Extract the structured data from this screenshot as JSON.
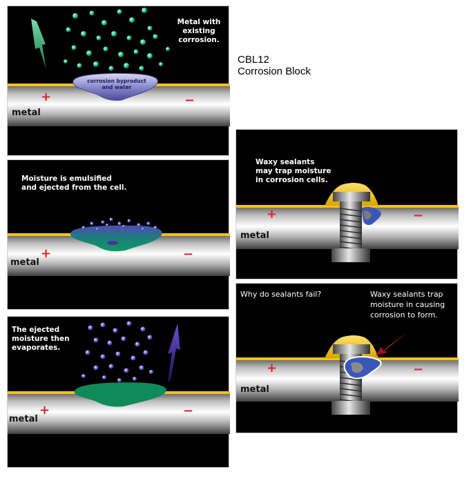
{
  "title": {
    "code": "CBL12",
    "name": "Corrosion Block"
  },
  "panels": [
    {
      "caption": "Metal with\nexisting corrosion.",
      "blob_label": "corrosion byproduct\nand water",
      "metal": "metal",
      "plus": "+",
      "minus": "−"
    },
    {
      "caption": "Moisture is emulsified\nand ejected from the cell.",
      "metal": "metal",
      "plus": "+",
      "minus": "−"
    },
    {
      "caption": "The ejected\nmoisture then\nevaporates.",
      "metal": "metal",
      "plus": "+",
      "minus": "−"
    },
    {
      "caption": "Waxy sealants\nmay trap moisture\nin corrosion cells.",
      "metal": "metal",
      "plus": "+",
      "minus": "−"
    },
    {
      "caption_left": "Why do sealants fail?",
      "caption_right": "Waxy sealants trap\nmoisture in causing\ncorrosion to form.",
      "metal": "metal",
      "plus": "+",
      "minus": "−"
    }
  ],
  "colors": {
    "coating": "#f2c21b",
    "bubble_green": "#1fc08a",
    "bubble_purple": "#6a5ad0",
    "corrosion_green": "#0f8a5a",
    "corrosion_blue": "#3a57b8",
    "arrow_red": "#c8102e"
  }
}
